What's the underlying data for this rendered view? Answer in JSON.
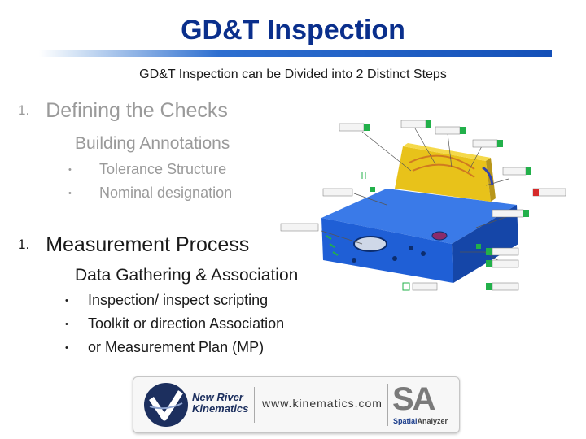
{
  "title": "GD&T Inspection",
  "subtitle": "GD&T Inspection can be Divided into 2 Distinct Steps",
  "step1": {
    "number": "1.",
    "heading": "Defining the Checks",
    "subheading": "Building Annotations",
    "bullets": [
      "Tolerance Structure",
      "Nominal designation"
    ]
  },
  "step2": {
    "number": "1.",
    "heading": "Measurement Process",
    "subheading": "Data Gathering & Association",
    "bullets": [
      "Inspection/ inspect scripting",
      "Toolkit or direction Association",
      "or Measurement Plan (MP)"
    ]
  },
  "bullet_glyph": "•",
  "logo": {
    "brand_line1": "New River",
    "brand_line2": "Kinematics",
    "url": "www.kinematics.com",
    "sa_letters": "SA",
    "sa_word1": "Spatial",
    "sa_word2": "Analyzer"
  },
  "colors": {
    "title": "#0a2f8c",
    "dimmed_text": "#9a9a9a",
    "part_blue": "#1f5fd6",
    "part_yellow": "#e8c21a",
    "callout_green": "#22b04a",
    "callout_red": "#d62a2a"
  }
}
